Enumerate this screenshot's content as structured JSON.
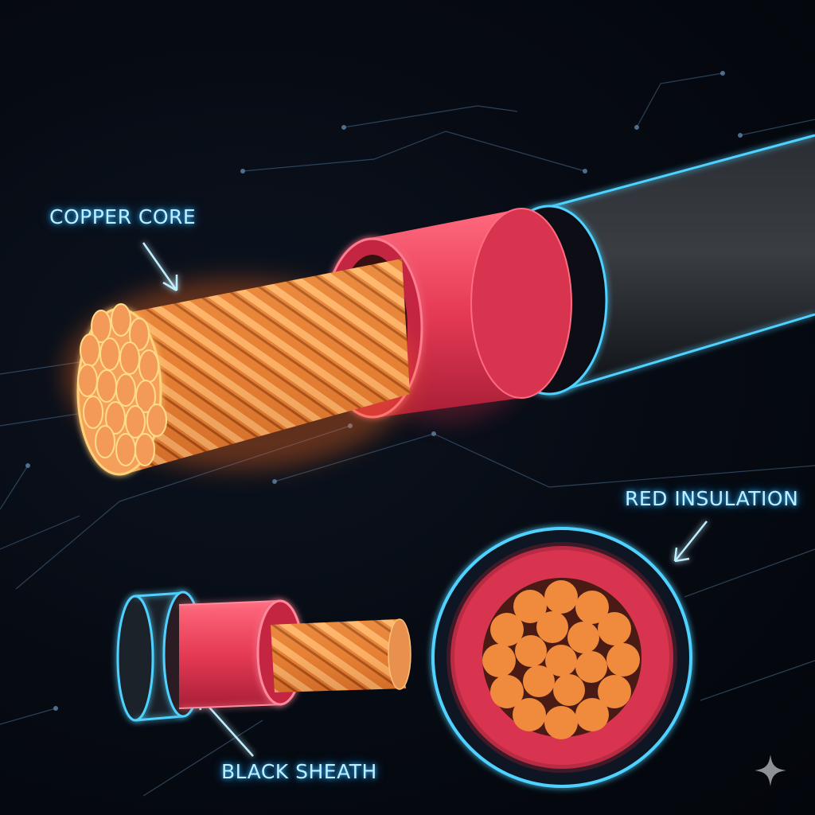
{
  "labels": {
    "copper_core": "COPPER CORE",
    "red_insulation": "RED INSULATION",
    "black_sheath": "BLACK SHEATH"
  },
  "colors": {
    "background": "#05080f",
    "copper": "#f08a3c",
    "copper_glow": "#ff7a1f",
    "insulation": "#d8344f",
    "insulation_glow": "#ff4d6a",
    "sheath": "#1a1f26",
    "sheath_glow": "#4fd2ff",
    "label_text": "#bfeeff"
  },
  "icons": {
    "watermark": "sparkle-icon"
  }
}
